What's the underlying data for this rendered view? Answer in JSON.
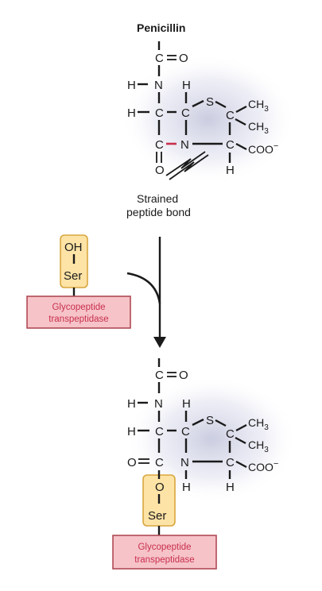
{
  "title": "Penicillin",
  "caption_line1": "Strained",
  "caption_line2": "peptide bond",
  "enzyme_line1": "Glycopeptide",
  "enzyme_line2": "transpeptidase",
  "serine": "Ser",
  "hydroxyl": "OH",
  "atoms": {
    "C": "C",
    "O": "O",
    "N": "N",
    "H": "H",
    "S": "S",
    "CH3": "CH",
    "sub3": "3",
    "COO": "COO",
    "minus": "−",
    "HN": "H–N",
    "HC": "H–C–C",
    "eqO": "=O",
    "OeqC": "O=C"
  },
  "colors": {
    "ser_box_fill": "#fde3a5",
    "ser_box_stroke": "#d9a640",
    "enzyme_fill": "#f6c3c8",
    "enzyme_stroke": "#b04a55",
    "enzyme_text": "#c8304e",
    "strained_bond": "#c8304e",
    "ring_shadow": "#c9cbe0"
  }
}
